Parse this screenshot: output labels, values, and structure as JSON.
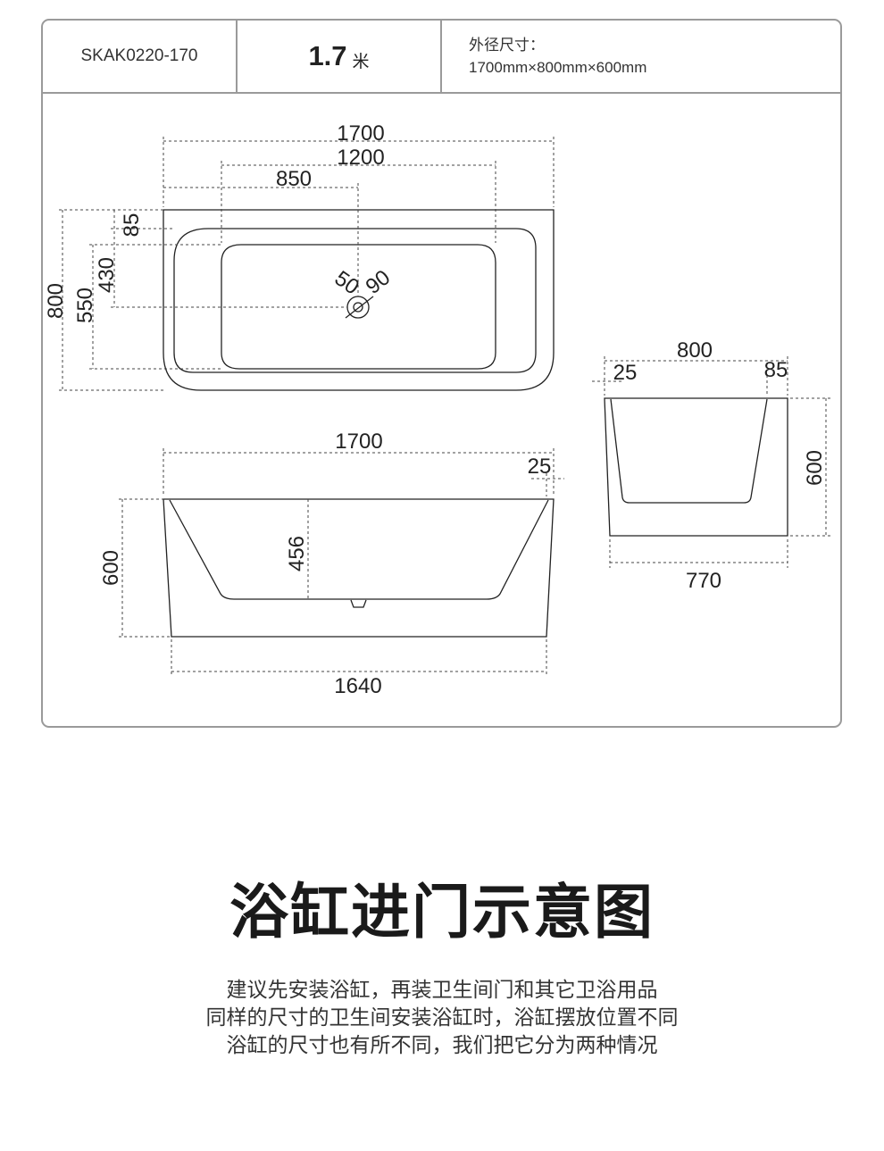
{
  "spec_table": {
    "model": "SKAK0220-170",
    "size_value": "1.7",
    "size_unit": "米",
    "dims_label": "外径尺寸：",
    "dims_value": "1700mm×800mm×600mm"
  },
  "drawing": {
    "top_view": {
      "dim_1700": "1700",
      "dim_1200": "1200",
      "dim_850": "850",
      "dim_85": "85",
      "dim_430": "430",
      "dim_800": "800",
      "dim_550": "550",
      "dim_50": "50",
      "dim_90": "90"
    },
    "front_view": {
      "dim_1700": "1700",
      "dim_25": "25",
      "dim_600": "600",
      "dim_456": "456",
      "dim_1640": "1640"
    },
    "side_view": {
      "dim_800": "800",
      "dim_25": "25",
      "dim_85": "85",
      "dim_600": "600",
      "dim_770": "770"
    }
  },
  "section": {
    "title": "浴缸进门示意图",
    "lines": [
      "建议先安装浴缸，再装卫生间门和其它卫浴用品",
      "同样的尺寸的卫生间安装浴缸时，浴缸摆放位置不同",
      "浴缸的尺寸也有所不同，我们把它分为两种情况"
    ]
  }
}
